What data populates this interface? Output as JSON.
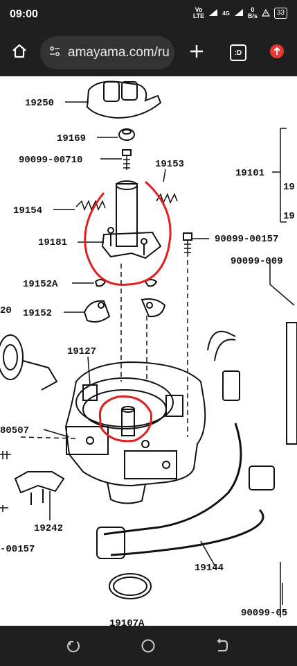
{
  "status": {
    "time": "09:00",
    "volte_top": "Vo",
    "volte_bottom": "LTE",
    "net_type": "4G",
    "speed_top": "0",
    "speed_bottom": "B/s",
    "battery": "33"
  },
  "browser": {
    "url": "amayama.com/ru",
    "tab_label": ":D"
  },
  "diagram": {
    "labels": {
      "l19250": "19250",
      "l19169": "19169",
      "l9009900710": "90099-00710",
      "l19153": "19153",
      "l19101": "19101",
      "l19r1": "19",
      "l19r2": "19",
      "l19154": "19154",
      "l19181": "19181",
      "l9009900157a": "90099-00157",
      "l90099009": "90099-009",
      "l19152A": "19152A",
      "l19152": "19152",
      "l20": "20",
      "l19127": "19127",
      "l80507": "80507",
      "l19242": "19242",
      "l00157": "-00157",
      "l19144": "19144",
      "l9009905": "90099-05",
      "l19107A": "19107A"
    }
  },
  "colors": {
    "bar_bg": "#1f1f1f",
    "urlbar_bg": "#333333",
    "highlight": "#e02020",
    "accent": "#e53935"
  }
}
